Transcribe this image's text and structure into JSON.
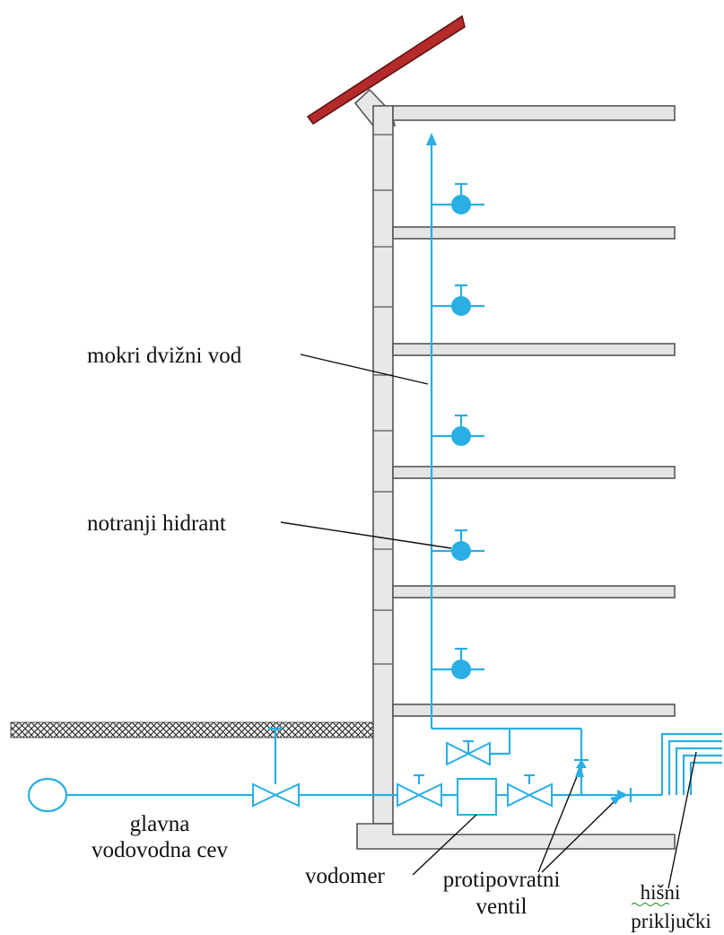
{
  "labels": {
    "riser": "mokri dvižni vod",
    "hydrant": "notranji hidrant",
    "main_pipe_line1": "glavna",
    "main_pipe_line2": "vodovodna cev",
    "meter": "vodomer",
    "check_valve_line1": "protipovratni",
    "check_valve_line2": "ventil",
    "house_conn_line1": "hišni",
    "house_conn_line2": "priključki"
  },
  "colors": {
    "pipe": "#2aaee3",
    "roof": "#b52a2a",
    "wall": "#e8e8e8",
    "outline": "#555555",
    "text": "#111111"
  }
}
